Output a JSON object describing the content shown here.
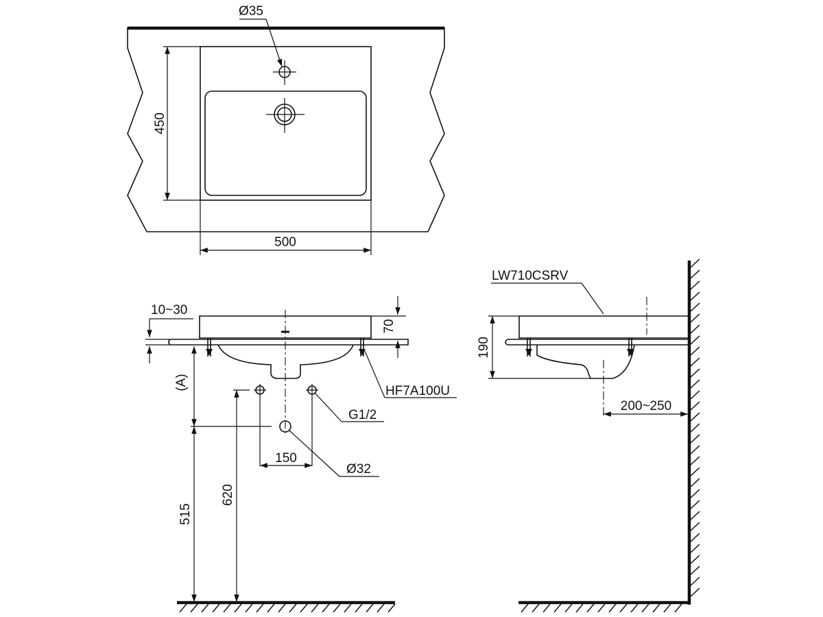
{
  "dimensions": {
    "tap_hole_diameter": "Ø35",
    "depth": "450",
    "width": "500",
    "counter_thickness": "10~30",
    "basin_height_above_counter": "70",
    "rim_to_pipe_label": "(A)",
    "supply_thread": "G1/2",
    "supply_spacing": "150",
    "drain_diameter": "Ø32",
    "drain_height": "515",
    "supply_height": "620",
    "side_height": "190",
    "wall_distance": "200~250"
  },
  "parts": {
    "basin_model": "LW710CSRV",
    "fixing_kit": "HF7A100U"
  }
}
